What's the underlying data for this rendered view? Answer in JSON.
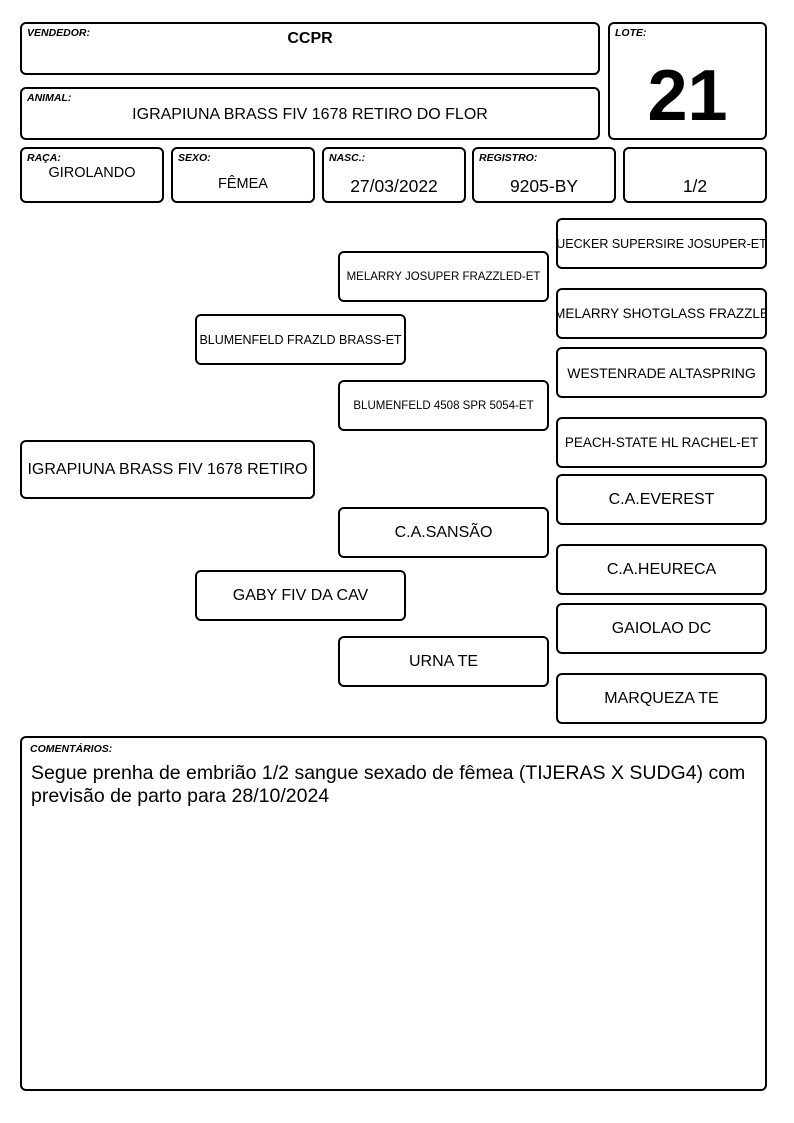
{
  "header": {
    "vendedor_label": "VENDEDOR:",
    "vendedor": "CCPR",
    "lote_label": "LOTE:",
    "lote": "21",
    "animal_label": "ANIMAL:",
    "animal": "IGRAPIUNA BRASS FIV 1678 RETIRO DO FLOR",
    "raca_label": "RAÇA:",
    "raca": "GIROLANDO",
    "sexo_label": "SEXO:",
    "sexo": "FÊMEA",
    "nasc_label": "NASC.:",
    "nasc": "27/03/2022",
    "registro_label": "REGISTRO:",
    "registro": "9205-BY",
    "grau": "1/2"
  },
  "pedigree": {
    "animal": "IGRAPIUNA BRASS FIV 1678 RETIRO",
    "sire": "BLUMENFELD FRAZLD BRASS-ET",
    "dam": "GABY FIV DA CAV",
    "sire_sire": "MELARRY JOSUPER FRAZZLED-ET",
    "sire_dam": "BLUMENFELD 4508 SPR 5054-ET",
    "dam_sire": "C.A.SANSÃO",
    "dam_dam": "URNA TE",
    "sss": "UECKER SUPERSIRE JOSUPER-ET",
    "ssd": "MELARRY SHOTGLASS FRAZZLE",
    "sds": "WESTENRADE ALTASPRING",
    "sdd": "PEACH-STATE HL RACHEL-ET",
    "dss": "C.A.EVEREST",
    "dsd": "C.A.HEURECA",
    "dds": "GAIOLAO DC",
    "ddd": "MARQUEZA TE"
  },
  "comments": {
    "label": "COMENTÁRIOS:",
    "text": "Segue prenha de embrião 1/2 sangue sexado de fêmea (TIJERAS X SUDG4) com previsão de parto para 28/10/2024"
  }
}
